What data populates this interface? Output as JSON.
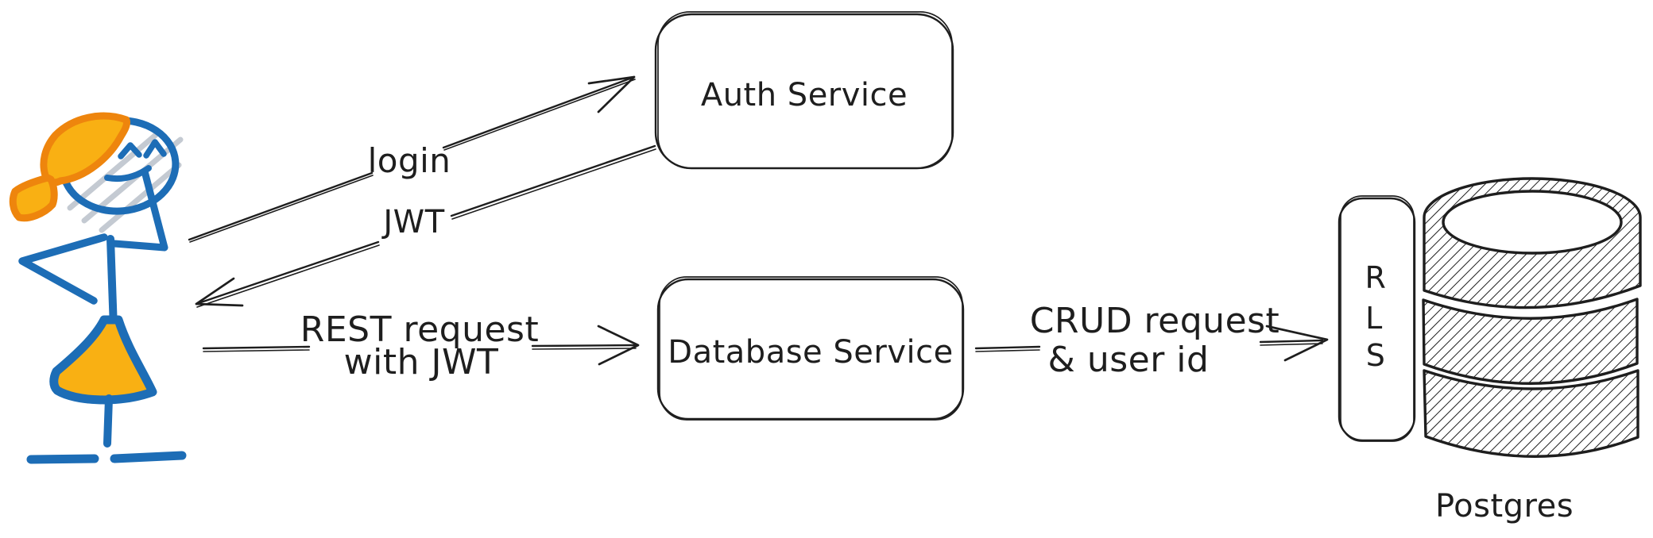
{
  "diagram": {
    "type": "architecture-sketch",
    "colors": {
      "ink": "#1e1e1e",
      "actor_blue": "#1d6db6",
      "actor_orange": "#ee850d",
      "actor_gold": "#f9b013",
      "face_hatch": "#c4cad2",
      "background": "#ffffff"
    },
    "actor": {
      "icon": "stick-figure-user-icon"
    },
    "nodes": [
      {
        "id": "auth-service",
        "label": "Auth Service"
      },
      {
        "id": "database-service",
        "label": "Database Service"
      },
      {
        "id": "rls",
        "letters": [
          "R",
          "L",
          "S"
        ]
      },
      {
        "id": "postgres",
        "label": "Postgres",
        "icon": "database-cylinder-icon"
      }
    ],
    "edges": [
      {
        "id": "login",
        "from": "user",
        "to": "auth-service",
        "label": "login"
      },
      {
        "id": "jwt",
        "from": "auth-service",
        "to": "user",
        "label": "JWT"
      },
      {
        "id": "rest",
        "from": "user",
        "to": "database-service",
        "label_lines": [
          "REST request",
          "with JWT"
        ]
      },
      {
        "id": "crud",
        "from": "database-service",
        "to": "rls",
        "label_lines": [
          "CRUD request",
          "& user id"
        ]
      }
    ]
  }
}
